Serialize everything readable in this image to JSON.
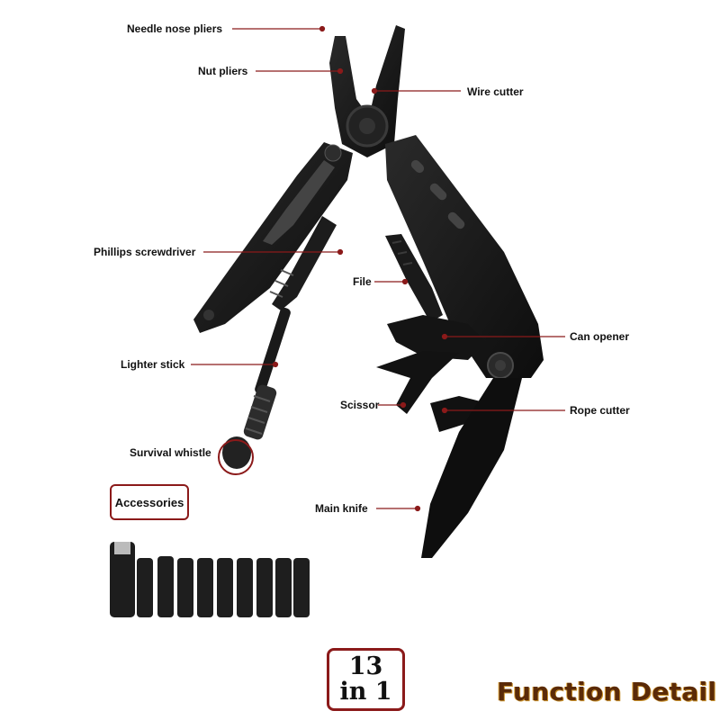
{
  "labels": {
    "needle_nose_pliers": "Needle nose pliers",
    "nut_pliers": "Nut pliers",
    "wire_cutter": "Wire cutter",
    "phillips_screwdriver": "Phillips screwdriver",
    "file": "File",
    "can_opener": "Can opener",
    "lighter_stick": "Lighter stick",
    "scissor": "Scissor",
    "rope_cutter": "Rope cutter",
    "survival_whistle": "Survival whistle",
    "main_knife": "Main knife"
  },
  "accessories_label": "Accessories",
  "badge": {
    "line1": "13",
    "line2": "in 1"
  },
  "footer_title": "Function Detail",
  "colors": {
    "leader_line": "#8b1a1a",
    "tool_body": "#151515",
    "badge_border": "#8b1a1a",
    "footer_text": "#5a2a08"
  }
}
